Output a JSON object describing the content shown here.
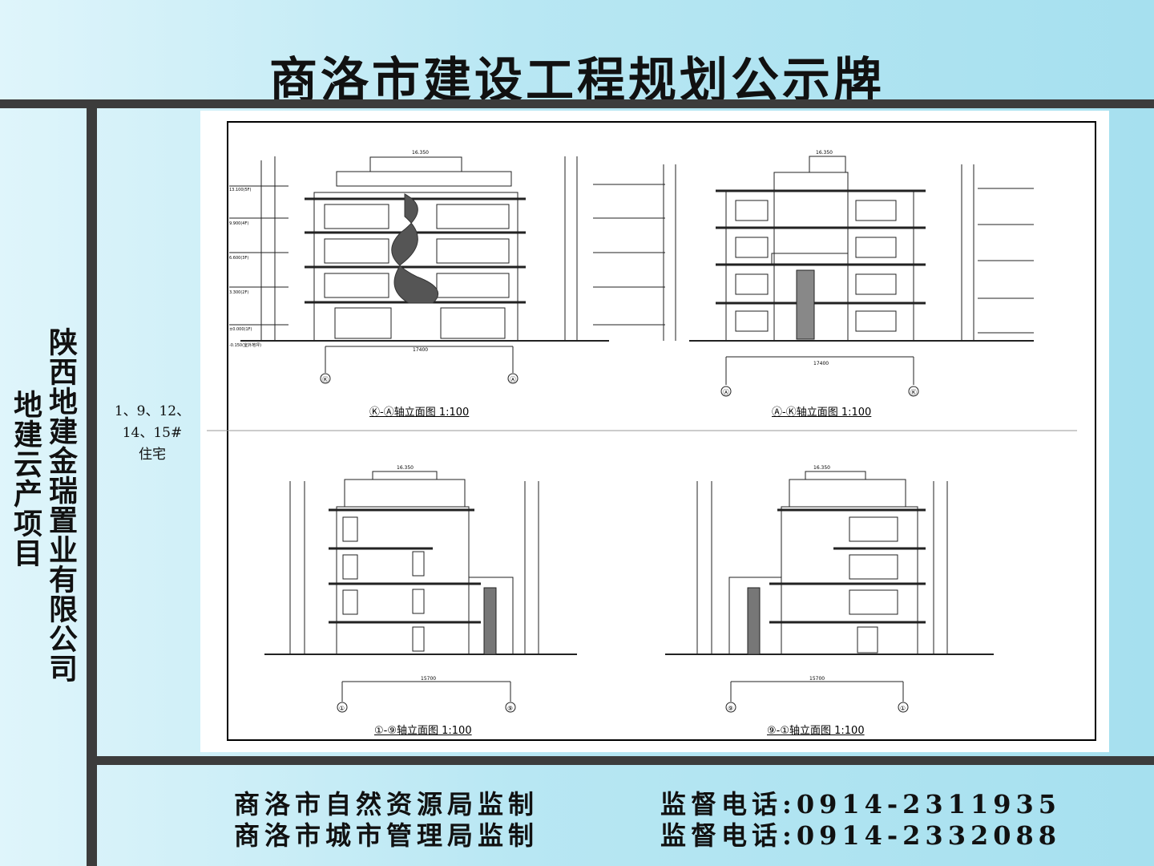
{
  "header": {
    "title": "商洛市建设工程规划公示牌"
  },
  "sidebar": {
    "company": "陕西地建金瑞置业有限公司",
    "project": "地建云产项目",
    "building_line1": "1、9、12、",
    "building_line2": "14、15#",
    "building_line3": "住宅"
  },
  "drawing": {
    "captions": [
      "Ⓚ-Ⓐ轴立面图 1:100",
      "Ⓐ-Ⓚ轴立面图 1:100",
      "①-⑨轴立面图 1:100",
      "⑨-①轴立面图 1:100"
    ],
    "top_width_label": "17400",
    "bottom_width_label": "15700",
    "roof_label": "16.350",
    "levels": [
      "13.100(5F)",
      "9.900(4F)",
      "6.600(3F)",
      "3.300(2F)",
      "±0.000(1F)",
      "-0.150(室外地坪)"
    ],
    "axis_labels_a": [
      "Ⓚ",
      "Ⓐ"
    ],
    "axis_labels_b": [
      "Ⓐ",
      "Ⓚ"
    ],
    "axis_labels_c": [
      "①",
      "⑨"
    ],
    "axis_labels_d": [
      "⑨",
      "①"
    ]
  },
  "footer": {
    "line1_left": "商洛市自然资源局监制",
    "line1_right": "监督电话:0914-2311935",
    "line2_left": "商洛市城市管理局监制",
    "line2_right": "监督电话:0914-2332088"
  }
}
